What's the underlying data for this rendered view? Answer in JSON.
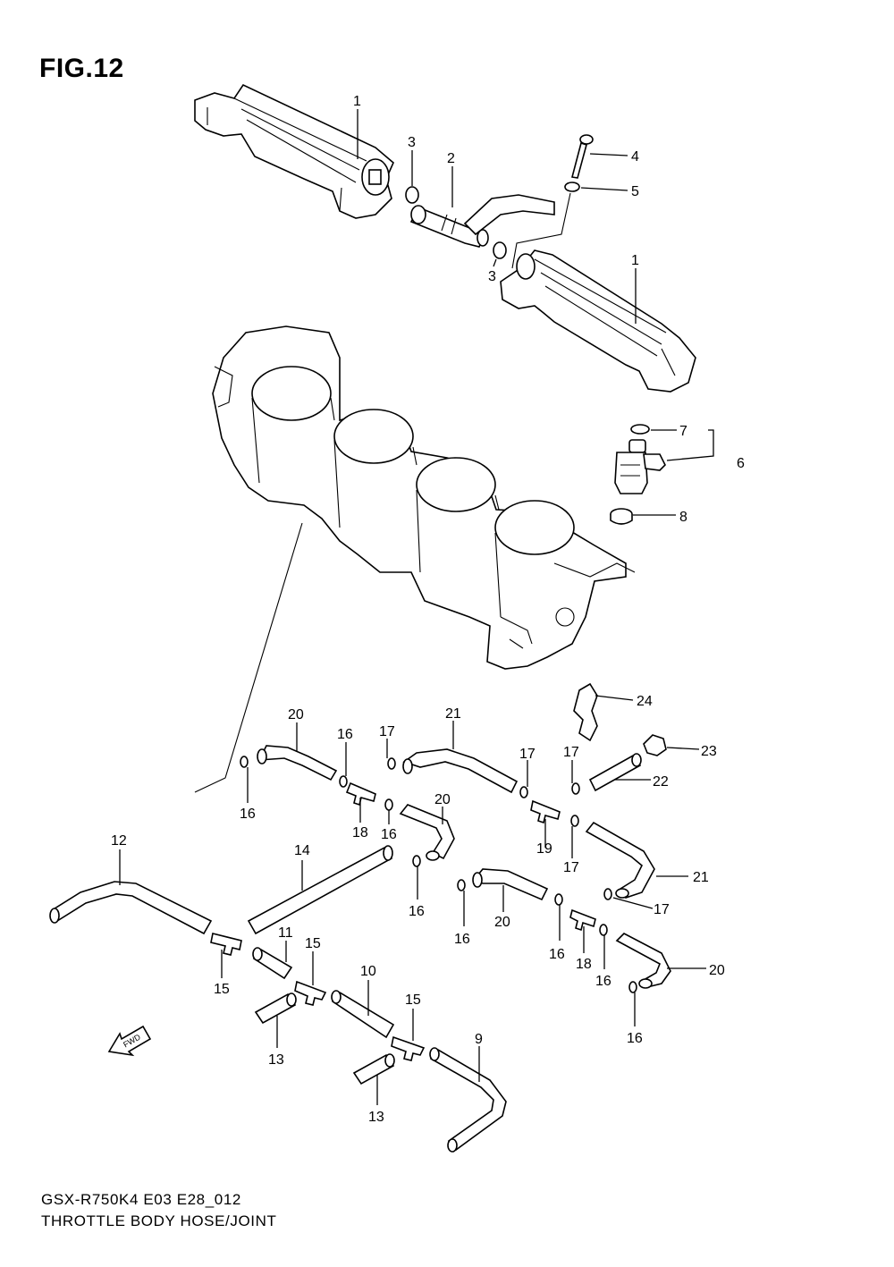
{
  "figure": {
    "title": "FIG.12",
    "footer_code": "GSX-R750K4 E03 E28_012",
    "footer_caption": "THROTTLE BODY HOSE/JOINT"
  },
  "fwd_label": "FWD",
  "callouts": {
    "c1a": "1",
    "c1b": "1",
    "c2": "2",
    "c3a": "3",
    "c3b": "3",
    "c4": "4",
    "c5": "5",
    "c6": "6",
    "c7": "7",
    "c8": "8",
    "c9": "9",
    "c10": "10",
    "c11": "11",
    "c12": "12",
    "c13a": "13",
    "c13b": "13",
    "c14": "14",
    "c15a": "15",
    "c15b": "15",
    "c15c": "15",
    "c16a": "16",
    "c16b": "16",
    "c16c": "16",
    "c16d": "16",
    "c16e": "16",
    "c16f": "16",
    "c16g": "16",
    "c16h": "16",
    "c17a": "17",
    "c17b": "17",
    "c17c": "17",
    "c17d": "17",
    "c17e": "17",
    "c18a": "18",
    "c18b": "18",
    "c19": "19",
    "c20a": "20",
    "c20b": "20",
    "c20c": "20",
    "c20d": "20",
    "c21a": "21",
    "c21b": "21",
    "c22": "22",
    "c23": "23",
    "c24": "24"
  }
}
